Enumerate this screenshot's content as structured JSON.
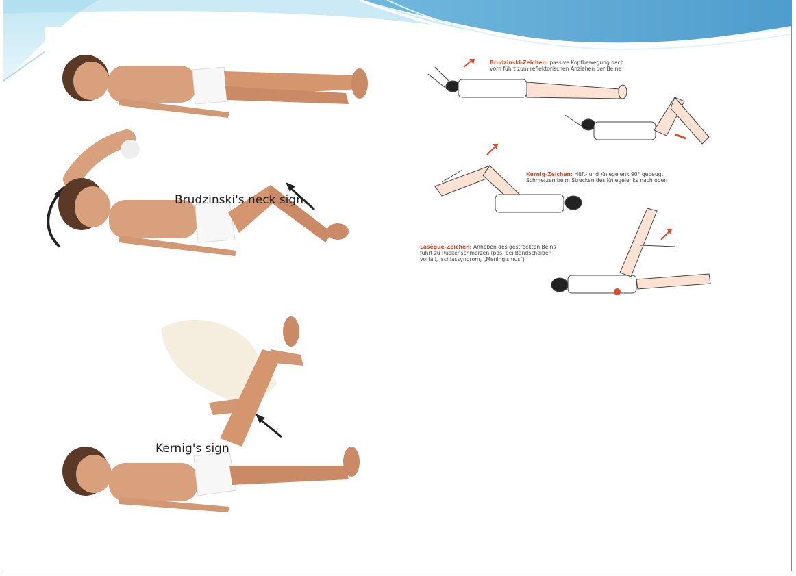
{
  "slide": {
    "left_panel": {
      "brudzinski_label": "Brudzinski's neck sign",
      "kernig_label": "Kernig's sign"
    },
    "right_panel": {
      "brudzinski": {
        "title": "Brudzinski-Zeichen:",
        "line1": "passive Kopfbewegung nach",
        "line2": "vorn führt zum reflektorischen Anziehen der Beine"
      },
      "kernig": {
        "title": "Kernig-Zeichen:",
        "line1": "Hüft- und Kniegelenk 90° gebeugt.",
        "line2": "Schmerzen beim Strecken des Kniegelenks nach oben"
      },
      "lasegue": {
        "title": "Lasègue-Zeichen:",
        "line1": "Anheben des gestreckten Beins",
        "line2": "führt zu Rückenschmerzen (pos. bei Bandscheiben-",
        "line3": "vorfall, Ischiassyndrom, „Meningismus\")"
      }
    },
    "colors": {
      "accent_red": "#e0492a",
      "skin": "#d9a07e",
      "banner_blue": "#6fb6dc"
    }
  }
}
